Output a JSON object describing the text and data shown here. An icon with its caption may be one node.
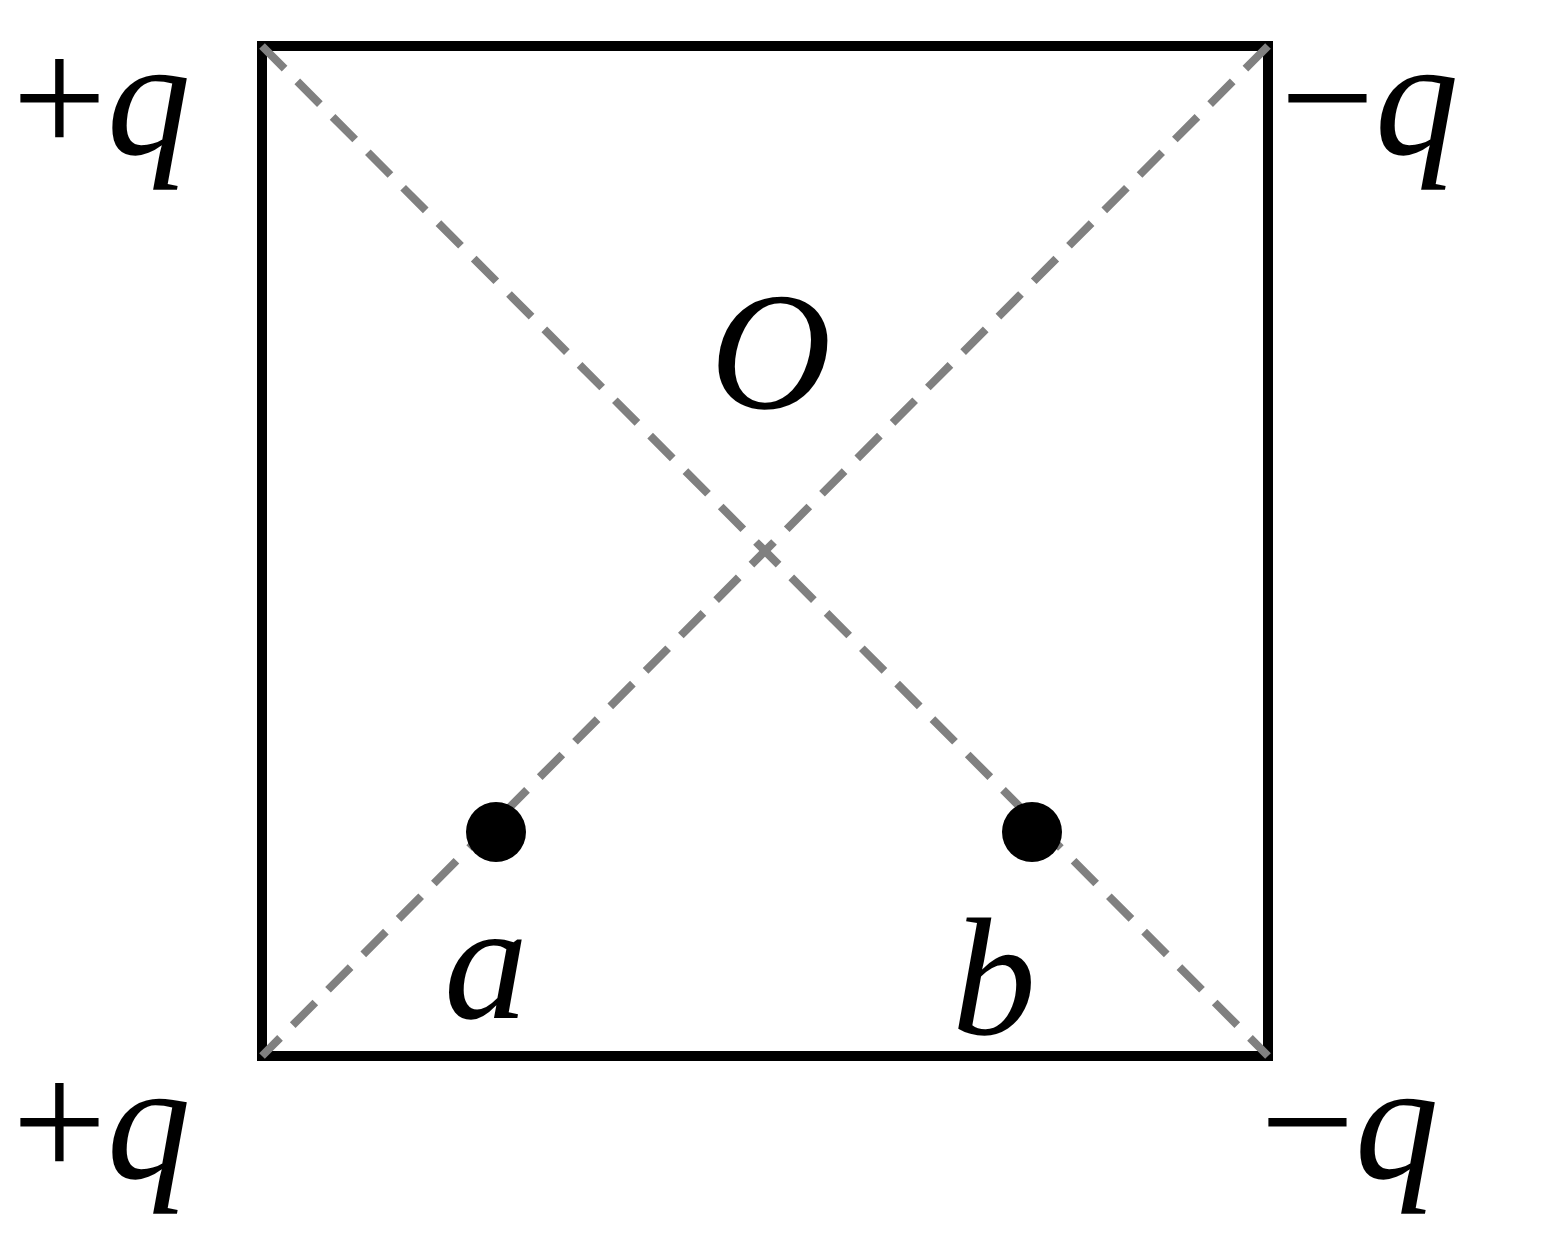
{
  "diagram": {
    "nodes": [
      {
        "text": [],
        "shape": "circle",
        "beside": [
          "*a*"
        ]
      },
      {
        "text": [],
        "shape": "circle",
        "beside": [
          "*b*"
        ]
      }
    ],
    "labels": [
      "+*q*",
      "−*q*",
      "*O*",
      "+*q*",
      "−*q*"
    ]
  }
}
